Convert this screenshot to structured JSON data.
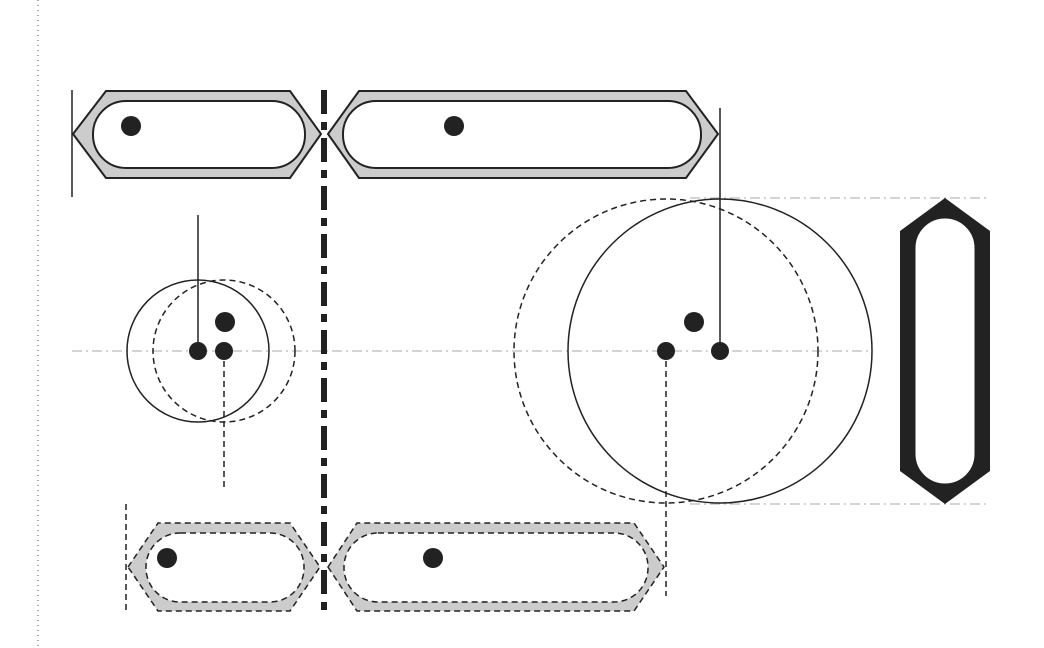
{
  "diagram": {
    "type": "geometric-construction",
    "colors": {
      "line": "#222222",
      "fill_gray": "#cccccc",
      "axis": "#aaaaaa",
      "background": "#ffffff"
    },
    "shapes": [
      "top-left-hexagon-capsule",
      "top-right-hexagon-capsule",
      "bottom-left-dashed-hexagon-capsule",
      "bottom-right-dashed-hexagon-capsule",
      "small-solid-circle",
      "small-dashed-circle",
      "large-solid-circle",
      "large-dashed-circle",
      "vertical-black-capsule"
    ],
    "center_line_style": "dash-dot"
  }
}
